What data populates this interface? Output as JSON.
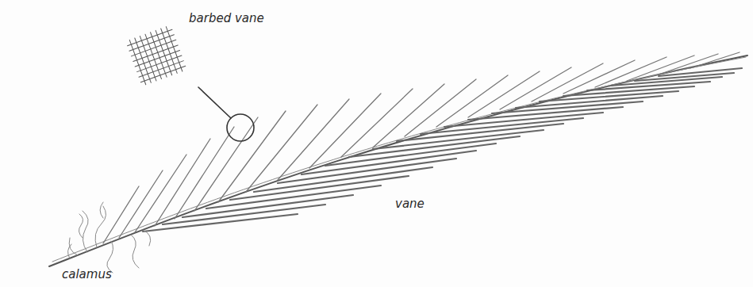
{
  "diagram": {
    "labels": [
      "barbed vane",
      "vane",
      "calamus"
    ]
  }
}
